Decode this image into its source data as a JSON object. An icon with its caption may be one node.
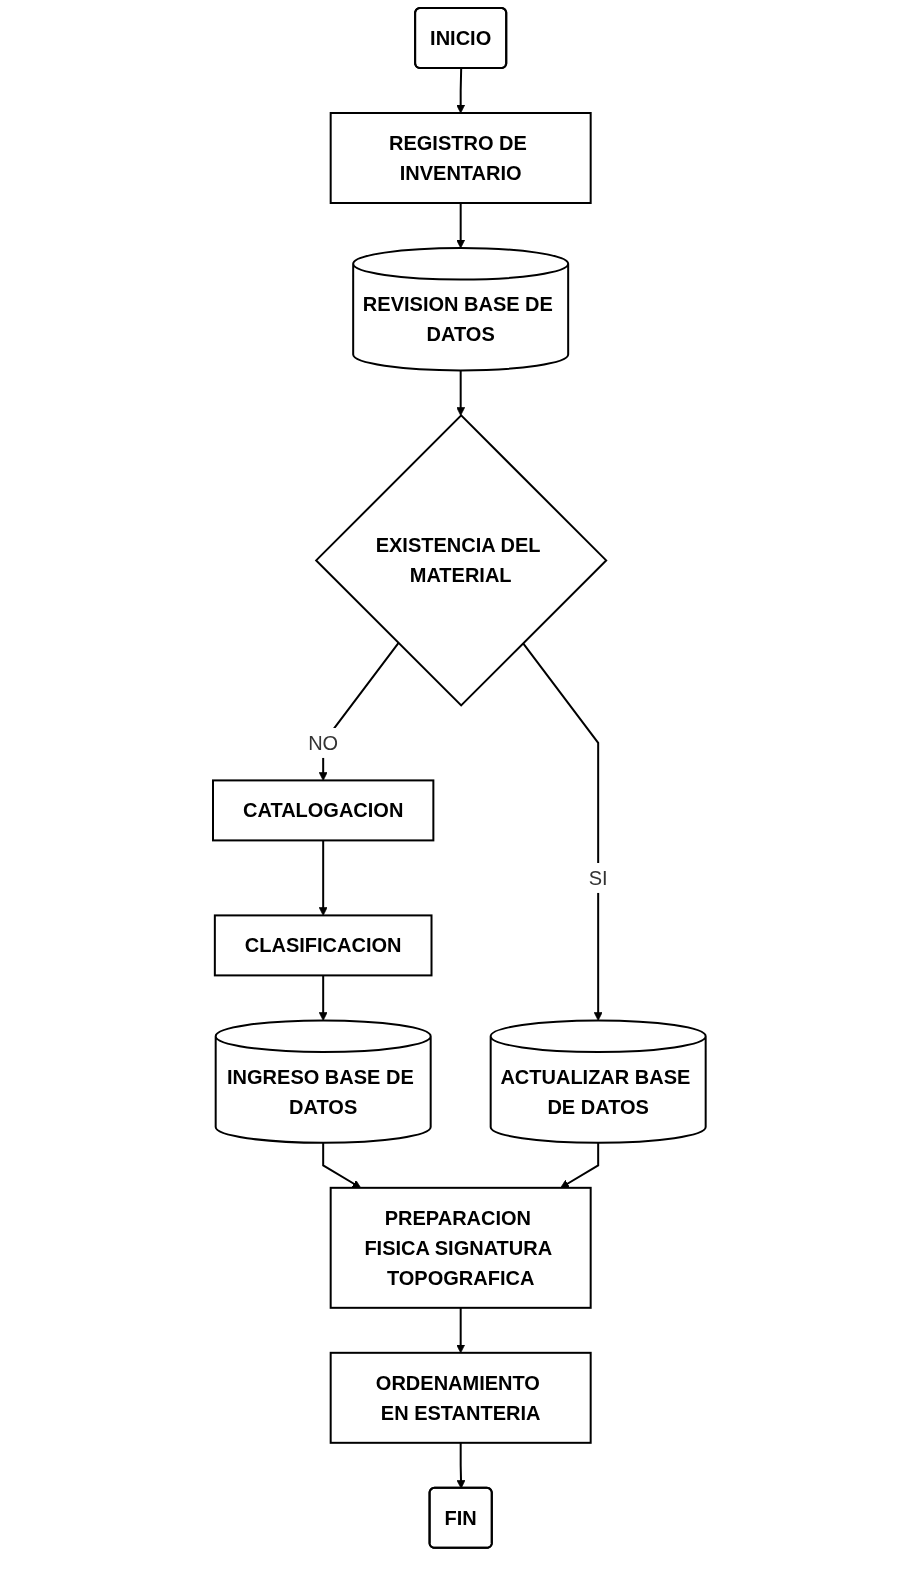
{
  "diagram": {
    "nodes": [
      {
        "text": [
          "INICIO"
        ]
      },
      {
        "text": [
          "REGISTRO DE INVENTARIO"
        ]
      },
      {
        "text": [
          "REVISION BASE DE DATOS"
        ]
      },
      {
        "text": [
          "EXISTENCIA DEL MATERIAL"
        ]
      },
      {
        "text": [
          "ACTUALIZAR BASE DE DATOS"
        ]
      },
      {
        "text": [
          "CATALOGACION"
        ]
      },
      {
        "text": [
          "CLASIFICACION"
        ]
      },
      {
        "text": [
          "INGRESO BASE DE DATOS"
        ]
      },
      {
        "text": [
          "PREPARACION FISICA SIGNATURA TOPOGRAFICA"
        ]
      },
      {
        "text": [
          "ORDENAMIENTO EN ESTANTERIA"
        ]
      },
      {
        "text": [
          "FIN"
        ]
      }
    ],
    "edges": [
      {
        "from": 0,
        "to": 1,
        "arrow": "to"
      },
      {
        "from": 1,
        "to": 2,
        "arrow": "to"
      },
      {
        "from": 2,
        "to": 3,
        "arrow": "to"
      },
      {
        "from": 3,
        "to": 4,
        "label": "SI",
        "arrow": "to"
      },
      {
        "from": 3,
        "to": 5,
        "label": "NO",
        "arrow": "to"
      },
      {
        "from": 5,
        "to": 6,
        "arrow": "to"
      },
      {
        "from": 6,
        "to": 7,
        "arrow": "to"
      },
      {
        "from": 7,
        "to": 8,
        "arrow": "to"
      },
      {
        "from": 4,
        "to": 8,
        "arrow": "to"
      },
      {
        "from": 8,
        "to": 9,
        "arrow": "to"
      },
      {
        "from": 9,
        "to": 10,
        "arrow": "to"
      }
    ]
  }
}
